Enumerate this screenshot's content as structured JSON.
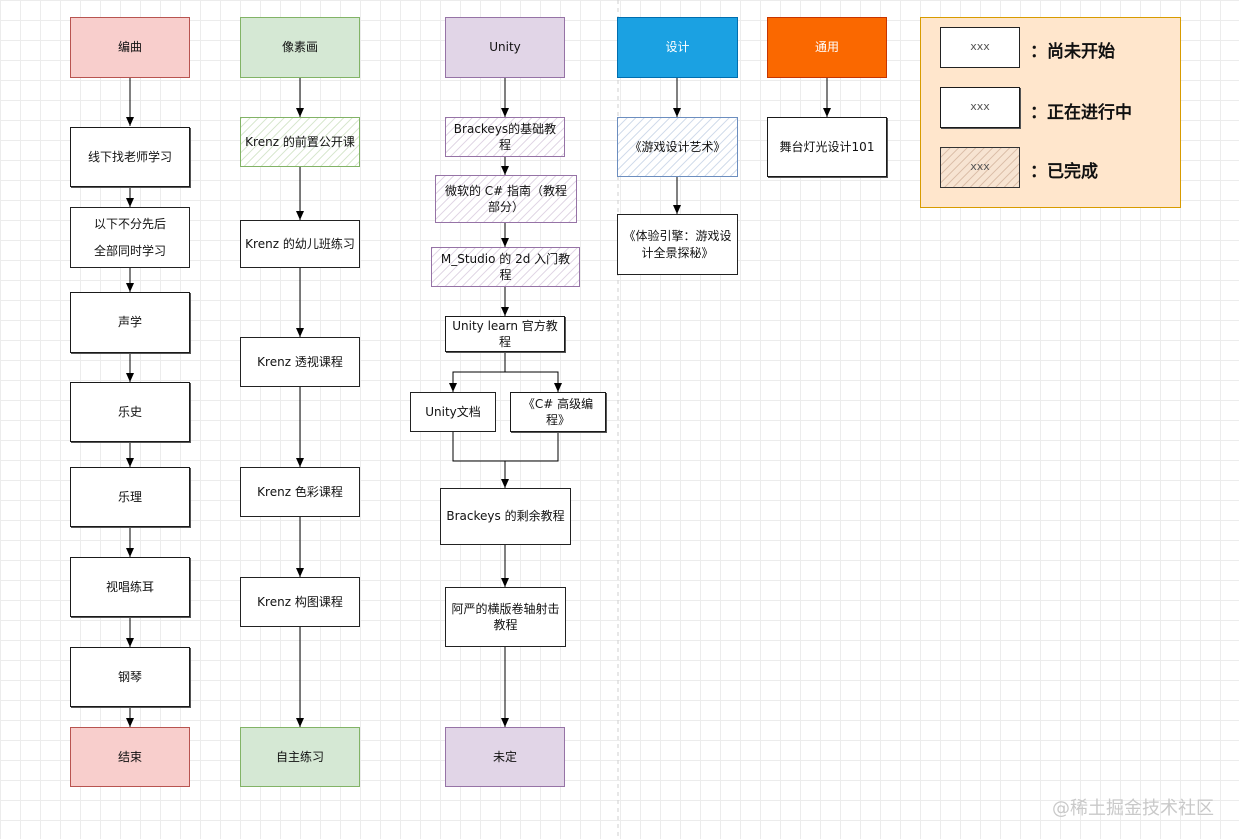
{
  "columns": [
    {
      "header": "编曲",
      "steps": [
        "线下找老师学习",
        "以下不分先后\n全部同时学习",
        "声学",
        "乐史",
        "乐理",
        "视唱练耳",
        "钢琴"
      ],
      "end": "结束"
    },
    {
      "header": "像素画",
      "steps": [
        "Krenz 的前置公开课",
        "Krenz 的幼儿班练习",
        "Krenz 透视课程",
        "Krenz 色彩课程",
        "Krenz 构图课程"
      ],
      "end": "自主练习"
    },
    {
      "header": "Unity",
      "steps": [
        "Brackeys的基础教程",
        "微软的 C# 指南（教程部分）",
        "M_Studio 的 2d 入门教程",
        "Unity learn 官方教程",
        "Unity文档",
        "《C# 高级编程》",
        "Brackeys 的剩余教程",
        "阿严的横版卷轴射击教程"
      ],
      "end": "未定"
    },
    {
      "header": "设计",
      "steps": [
        "《游戏设计艺术》",
        "《体验引擎：游戏设计全景探秘》"
      ]
    },
    {
      "header": "通用",
      "steps": [
        "舞台灯光设计101"
      ]
    }
  ],
  "legend": {
    "items": [
      {
        "key": "xxx",
        "label": "：尚未开始"
      },
      {
        "key": "xxx",
        "label": "：正在进行中"
      },
      {
        "key": "xxx",
        "label": "：已完成"
      }
    ]
  },
  "watermark": "@稀土掘金技术社区"
}
